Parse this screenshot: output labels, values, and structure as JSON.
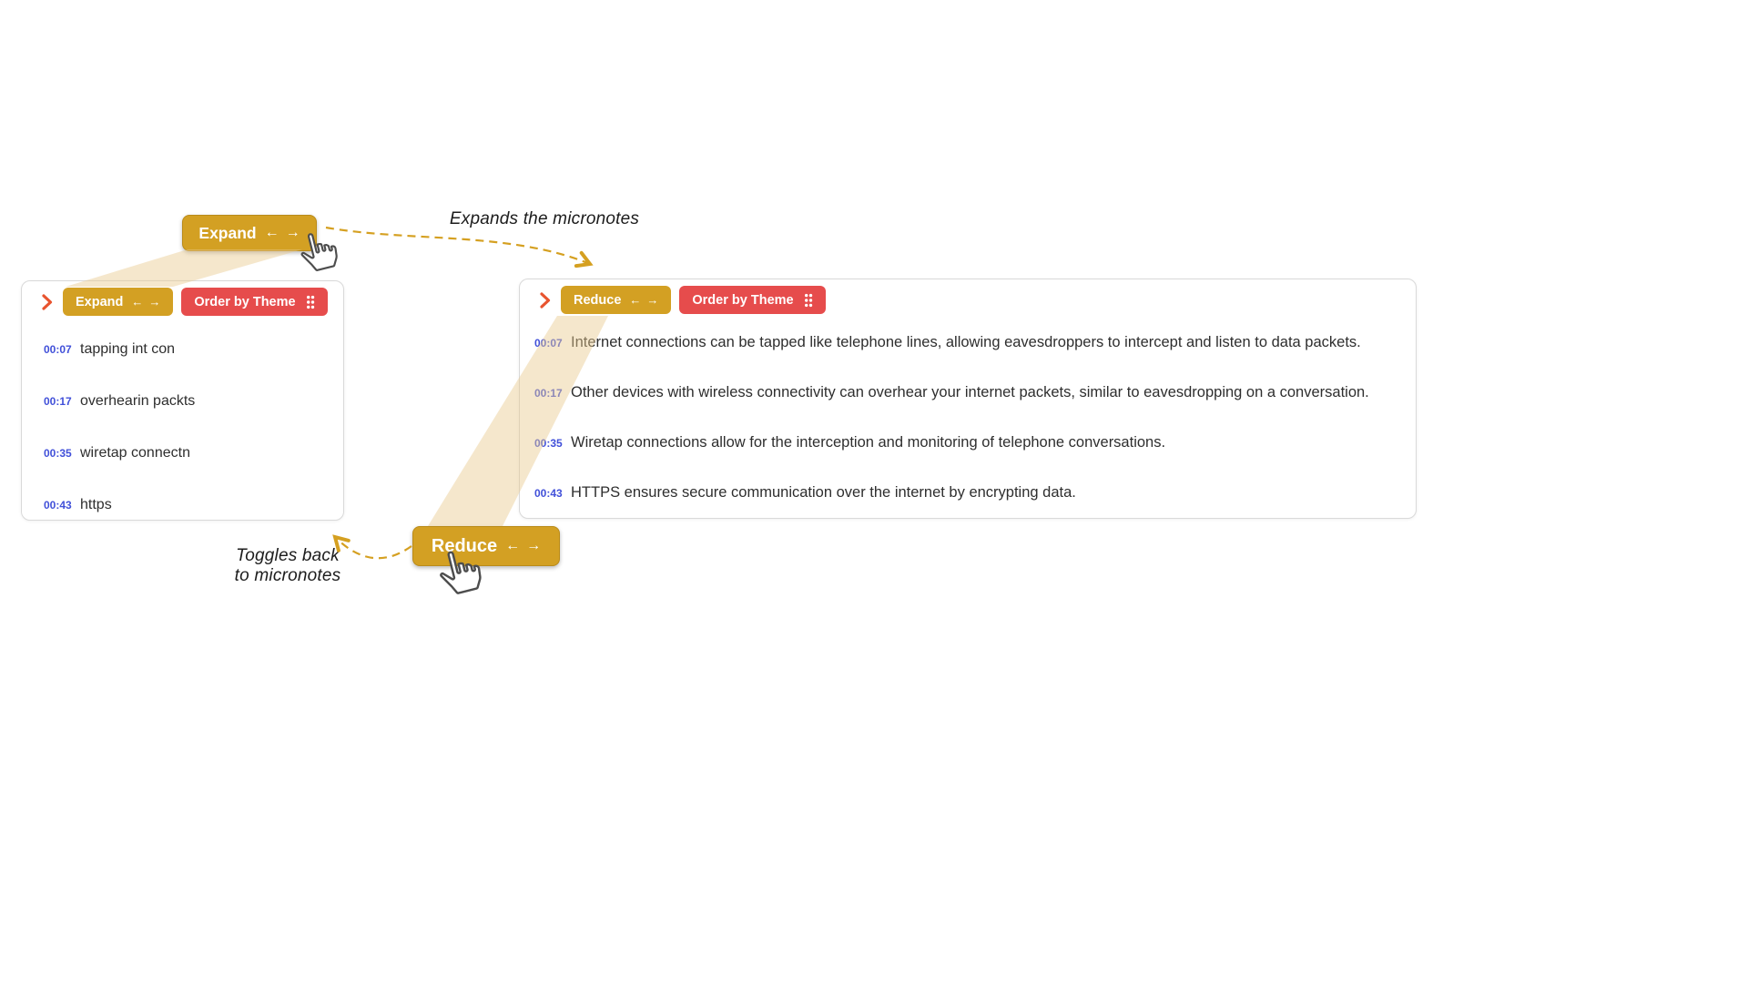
{
  "captions": {
    "expand": "Expands the micronotes",
    "reduce_line1": "Toggles back",
    "reduce_line2": "to micronotes"
  },
  "icons": {
    "left_arrow": "←",
    "right_arrow": "→"
  },
  "floating": {
    "expand_label": "Expand",
    "reduce_label": "Reduce"
  },
  "left_panel": {
    "expand_label": "Expand",
    "order_label": "Order by Theme",
    "notes": [
      {
        "time": "00:07",
        "text": "tapping int con"
      },
      {
        "time": "00:17",
        "text": "overhearin packts"
      },
      {
        "time": "00:35",
        "text": "wiretap connectn"
      },
      {
        "time": "00:43",
        "text": "https"
      }
    ]
  },
  "right_panel": {
    "reduce_label": "Reduce",
    "order_label": "Order by Theme",
    "notes": [
      {
        "time": "00:07",
        "text": "Internet connections can be tapped like telephone lines, allowing eavesdroppers to intercept and listen to data packets."
      },
      {
        "time": "00:17",
        "text": "Other devices with wireless connectivity can overhear your internet packets, similar to eavesdropping on a conversation."
      },
      {
        "time": "00:35",
        "text": "Wiretap connections allow for the interception and monitoring of telephone conversations."
      },
      {
        "time": "00:43",
        "text": "HTTPS ensures secure communication over the internet by encrypting data."
      }
    ]
  },
  "colors": {
    "gold": "#D3A023",
    "red": "#E64C4C",
    "timestamp_blue": "#4150D9",
    "chevron_orange": "#E8542F",
    "arrow_gold": "#D5A021"
  }
}
